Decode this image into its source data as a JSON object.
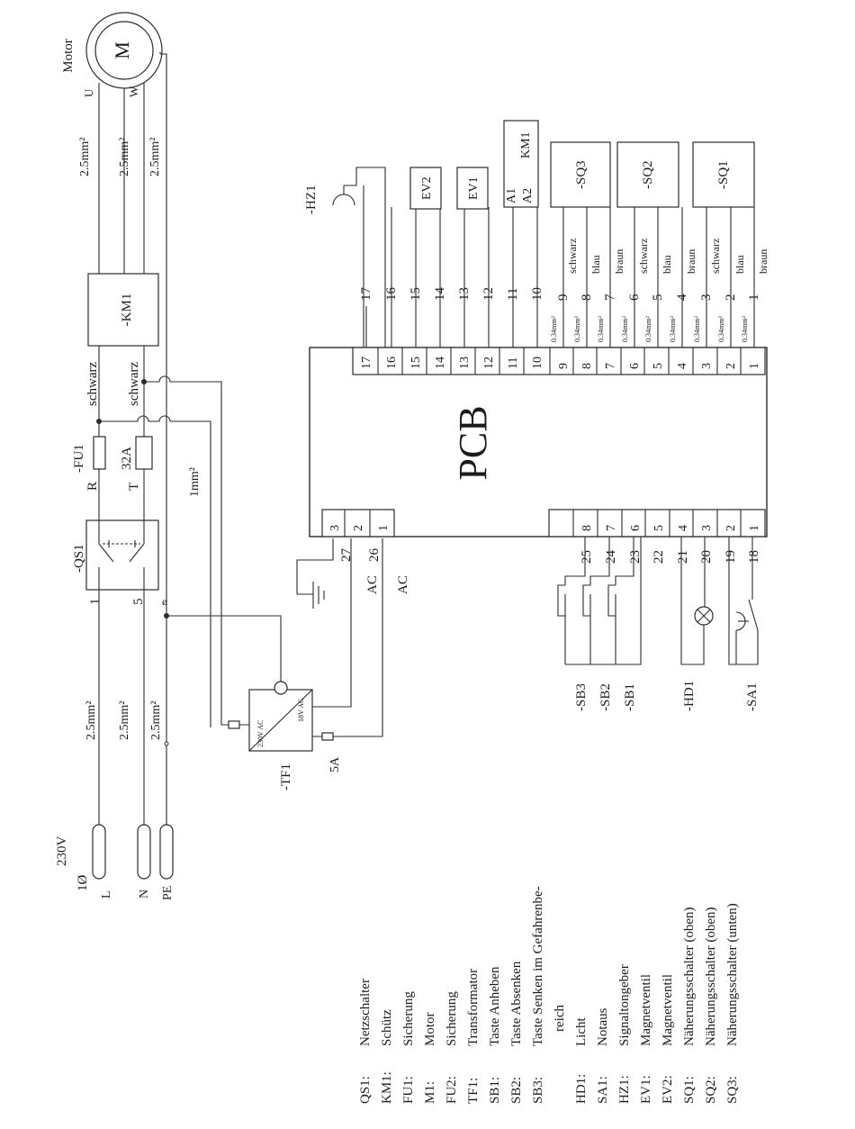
{
  "motor": {
    "label": "Motor",
    "symbol": "M",
    "u": "U",
    "w": "W"
  },
  "wires_main": [
    "2.5mm²",
    "2.5mm²",
    "2.5mm²"
  ],
  "km1_main": "-KM1",
  "schwarz": "schwarz",
  "fu1": {
    "ref": "-FU1",
    "rating": "32A",
    "r": "R",
    "t": "T"
  },
  "pe_wire": "1mm²",
  "qs1": {
    "ref": "-QS1",
    "n1": "1",
    "n5": "5"
  },
  "supply": {
    "voltage": "230V",
    "phase": "1Ø",
    "l": "L",
    "n": "N",
    "pe": "PE"
  },
  "tf1": {
    "ref": "-TF1",
    "primary": "230V AC",
    "secondary": "18V AC",
    "fuse": "5A"
  },
  "ac": "AC",
  "hz1": "-HZ1",
  "pcb": "PCB",
  "km1_coil": {
    "ref": "KM1",
    "a1": "A1",
    "a2": "A2"
  },
  "ev1": "EV1",
  "ev2": "EV2",
  "sq": {
    "sq1": "-SQ1",
    "sq2": "-SQ2",
    "sq3": "-SQ3"
  },
  "wire_small": "0.34mm²",
  "colors": {
    "schwarz": "schwarz",
    "blau": "blau",
    "braun": "braun"
  },
  "top_numbers": [
    "17",
    "16",
    "15",
    "14",
    "13",
    "12",
    "11",
    "10",
    "9",
    "8",
    "7",
    "6",
    "5",
    "4",
    "3",
    "2",
    "1"
  ],
  "bottom_numbers": [
    "25",
    "24",
    "23",
    "22",
    "21",
    "20",
    "19",
    "18"
  ],
  "pcb_top_terminals": [
    "17",
    "16",
    "15",
    "14",
    "13",
    "12",
    "11",
    "10",
    "9",
    "8",
    "7",
    "6",
    "5",
    "4",
    "3",
    "2",
    "1"
  ],
  "pcb_bottom_right_terminals": [
    "8",
    "7",
    "6",
    "5",
    "4",
    "3",
    "2",
    "1"
  ],
  "pcb_bottom_left_terminals": [
    "3",
    "2",
    "1"
  ],
  "left_numbers": [
    "27",
    "26"
  ],
  "sb": {
    "sb1": "-SB1",
    "sb2": "-SB2",
    "sb3": "-SB3"
  },
  "hd1": "-HD1",
  "sa1": "-SA1",
  "legend": [
    {
      "code": "QS1:",
      "desc": "Netzschalter"
    },
    {
      "code": "KM1:",
      "desc": "Schütz"
    },
    {
      "code": "FU1:",
      "desc": "Sicherung"
    },
    {
      "code": "M1:",
      "desc": "Motor"
    },
    {
      "code": "FU2:",
      "desc": "Sicherung"
    },
    {
      "code": "TF1:",
      "desc": "Transformator"
    },
    {
      "code": "SB1:",
      "desc": "Taste Anheben"
    },
    {
      "code": "SB2:",
      "desc": "Taste Absenken"
    },
    {
      "code": "SB3:",
      "desc": "Taste Senken im Gefahrenbe-"
    },
    {
      "code": "",
      "desc": "reich"
    },
    {
      "code": "HD1:",
      "desc": "Licht"
    },
    {
      "code": "SA1:",
      "desc": "Notaus"
    },
    {
      "code": "HZ1:",
      "desc": "Signaltongeber"
    },
    {
      "code": "EV1:",
      "desc": "Magnetventil"
    },
    {
      "code": "EV2:",
      "desc": "Magnetventil"
    },
    {
      "code": "SQ1:",
      "desc": "Näherungsschalter (oben)"
    },
    {
      "code": "SQ2:",
      "desc": "Näherungsschalter (oben)"
    },
    {
      "code": "SQ3:",
      "desc": "Näherungsschalter (unten)"
    }
  ]
}
